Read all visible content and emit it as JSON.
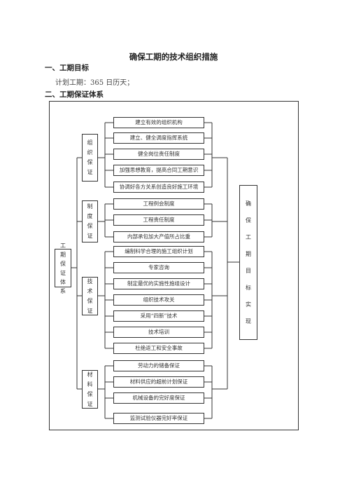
{
  "title": "确保工期的技术组织措施",
  "section1": {
    "heading": "一、工期目标",
    "text": "计划工期：365 日历天；"
  },
  "section2": {
    "heading": "二、工期保证体系"
  },
  "diagram": {
    "root": [
      "工",
      "期",
      "保",
      "证",
      "体",
      "系"
    ],
    "result": [
      "确",
      "保",
      "工",
      "期",
      "目",
      "标",
      "实",
      "现"
    ],
    "groups": [
      {
        "label": [
          "组",
          "织",
          "保",
          "证"
        ],
        "items": [
          "建立有效的组织机构",
          "建立、健全调度指挥系统",
          "健全岗位责任制度",
          "加强思想教育，提高合同工期意识",
          "协调好各方关系创造良好施工环境"
        ]
      },
      {
        "label": [
          "制",
          "度",
          "保",
          "证"
        ],
        "items": [
          "工程例会制度",
          "工程责任制度",
          "内部承包加大产值所占比重"
        ]
      },
      {
        "label": [
          "技",
          "术",
          "保",
          "证"
        ],
        "items": [
          "编制科学合理的施工组织计划",
          "专家咨询",
          "制定最优的实施性施组设计",
          "组织技术攻关",
          "采用“四新”技术",
          "技术培训",
          "杜绝返工和安全事故"
        ]
      },
      {
        "label": [
          "材",
          "料",
          "保",
          "证"
        ],
        "items": [
          "劳动力的储备保证",
          "材料供应的超前计划保证",
          "机械设备的完好度保证",
          "监测试验仪器完好率保证"
        ]
      }
    ]
  }
}
